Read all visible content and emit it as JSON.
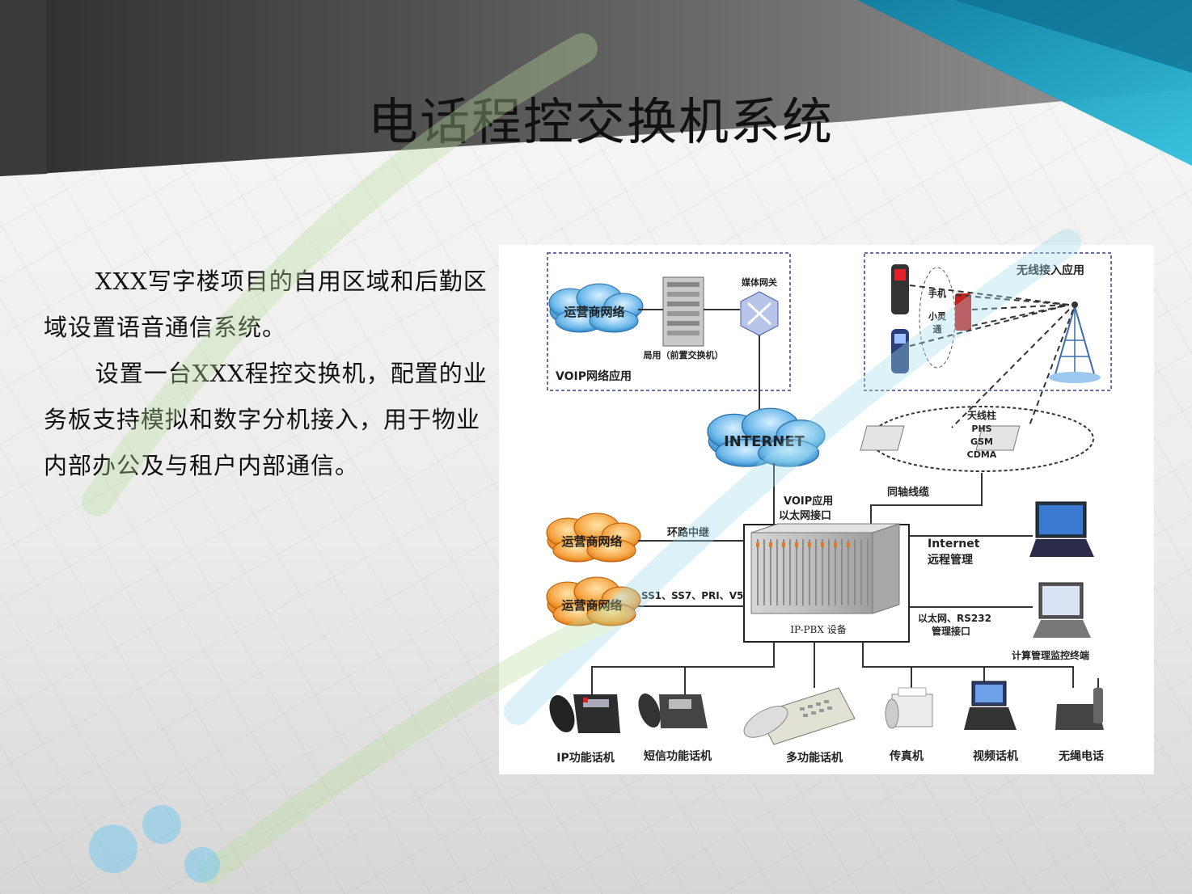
{
  "slide": {
    "title": "电话程控交换机系统",
    "paragraphs": [
      "XXX写字楼项目的自用区域和后勤区域设置语音通信系统。",
      "设置一台XXX程控交换机，配置的业务板支持模拟和数字分机接入，用于物业内部办公及与租户内部通信。"
    ]
  },
  "diagram": {
    "voip_box": {
      "carrier_cloud": "运营商网络",
      "media_gateway": "媒体网关",
      "local_switch": "局用（前置交换机）",
      "caption": "VOIP网络应用"
    },
    "wireless_box": {
      "caption": "无线接入应用",
      "phone": "手机",
      "phs_lines": [
        "小灵",
        "通"
      ]
    },
    "internet_cloud": "INTERNET",
    "antenna_group": {
      "lines": [
        "天线柱",
        "PHS",
        "GSM",
        "CDMA"
      ]
    },
    "coax_label": "同轴线缆",
    "voip_ethernet": [
      "VOIP应用",
      "以太网接口"
    ],
    "ring_trunk": "环路中继",
    "carrier_cloud_2": "运营商网络",
    "carrier_cloud_3": "运营商网络",
    "signaling": "SS1、SS7、PRI、V5",
    "pbx_label": "IP-PBX 设备",
    "remote_mgmt": [
      "Internet",
      "远程管理"
    ],
    "mgmt_interface": [
      "以太网、RS232",
      "管理接口"
    ],
    "monitor_terminal": "计算管理监控终端",
    "terminals": [
      "IP功能话机",
      "短信功能话机",
      "多功能话机",
      "传真机",
      "视频话机",
      "无绳电话"
    ]
  },
  "colors": {
    "banner_dark": "#3a3a3a",
    "banner_accent": "#1aa6c4",
    "cloud_blue": "#4aa3df",
    "cloud_orange": "#f08a1e",
    "line": "#333333",
    "watermark_green": "#b8e0a0",
    "watermark_cyan": "#9fdcec"
  }
}
